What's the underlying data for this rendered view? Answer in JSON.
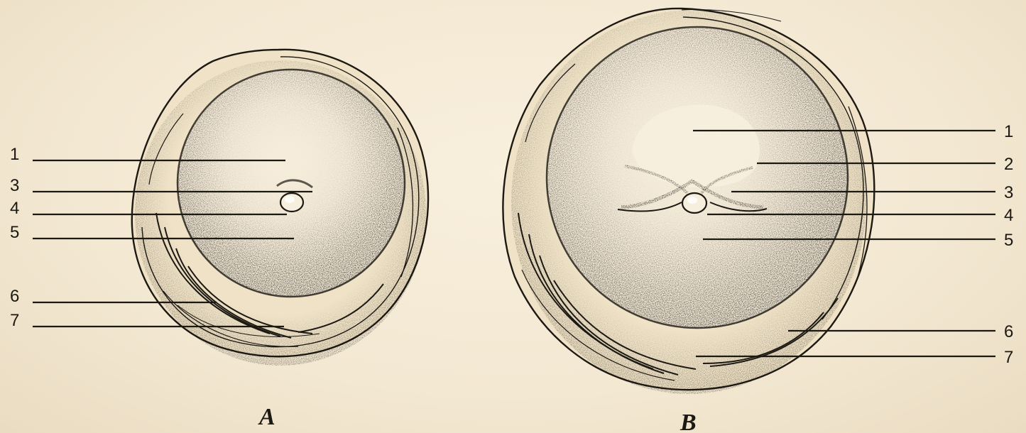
{
  "figure": {
    "panel_a": {
      "letter": "A",
      "labels": [
        "1",
        "3",
        "4",
        "5",
        "6",
        "7"
      ]
    },
    "panel_b": {
      "letter": "B",
      "labels": [
        "1",
        "2",
        "3",
        "4",
        "5",
        "6",
        "7"
      ]
    }
  },
  "colors": {
    "paper": "#f4ead6",
    "ink": "#1c1812"
  }
}
